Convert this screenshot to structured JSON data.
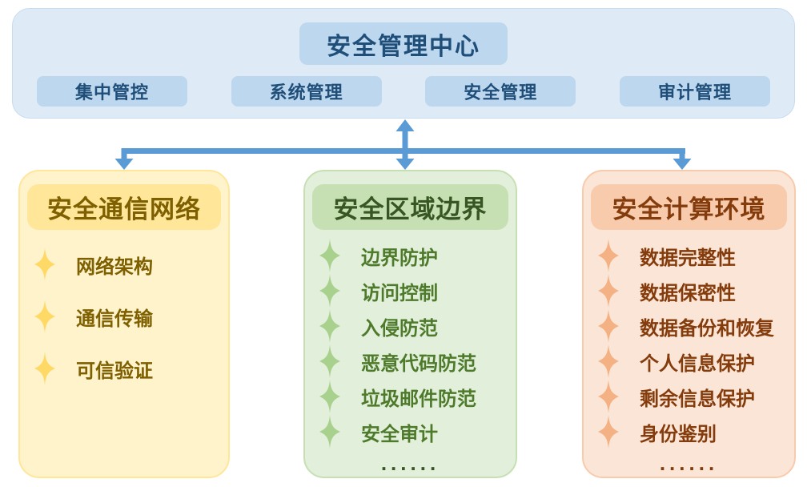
{
  "top_panel": {
    "title": "安全管理中心",
    "items": [
      {
        "label": "集中管控"
      },
      {
        "label": "系统管理"
      },
      {
        "label": "安全管理"
      },
      {
        "label": "审计管理"
      }
    ]
  },
  "columns": [
    {
      "title": "安全通信网络",
      "items": [
        "网络架构",
        "通信传输",
        "可信验证"
      ]
    },
    {
      "title": "安全区域边界",
      "items": [
        "边界防护",
        "访问控制",
        "入侵防范",
        "恶意代码防范",
        "垃圾邮件防范",
        "安全审计"
      ],
      "ellipsis": "......"
    },
    {
      "title": "安全计算环境",
      "items": [
        "数据完整性",
        "数据保密性",
        "数据备份和恢复",
        "个人信息保护",
        "剩余信息保护",
        "身份鉴别"
      ],
      "ellipsis": "......"
    }
  ],
  "colors": {
    "panel_bg": "#DEEAF6",
    "panel_box_bg": "#BDD7EE",
    "panel_text": "#1F4E79",
    "arrow": "#5B9BD5",
    "yellow_bg": "#FFF3CC",
    "yellow_header": "#FFE699",
    "yellow_text": "#7F6000",
    "yellow_star": "#FFD966",
    "green_bg": "#E2EFDA",
    "green_header": "#C6E0B4",
    "green_text": "#375623",
    "green_item_text": "#4E7A2B",
    "green_star": "#A9D18E",
    "orange_bg": "#FBE5D6",
    "orange_header": "#F8CBAD",
    "orange_text": "#843C0C",
    "orange_star": "#F4B183"
  }
}
